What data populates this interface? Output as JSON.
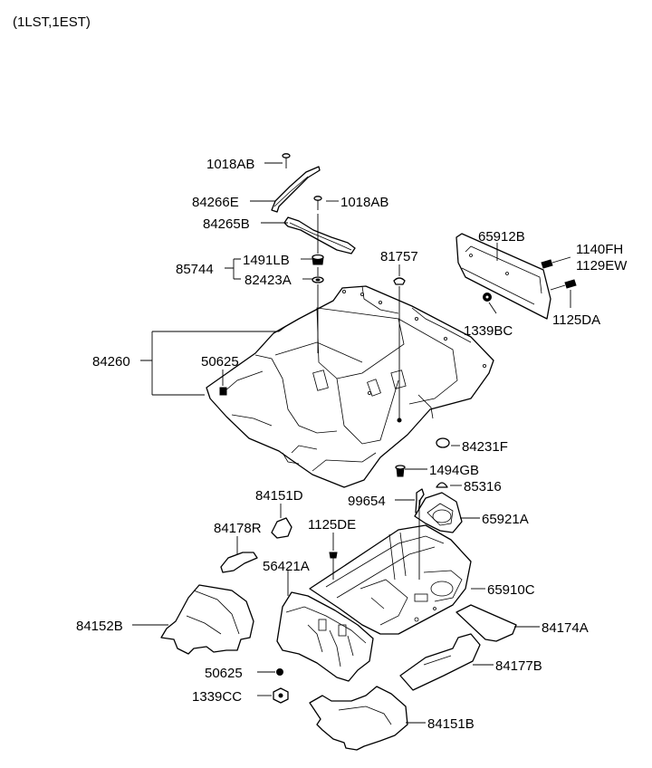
{
  "header": {
    "model_codes": "(1LST,1EST)"
  },
  "labels": {
    "p1018AB_a": "1018AB",
    "p84266E": "84266E",
    "p1018AB_b": "1018AB",
    "p84265B": "84265B",
    "p85744": "85744",
    "p1491LB": "1491LB",
    "p82423A": "82423A",
    "p81757": "81757",
    "p65912B": "65912B",
    "p1140FH": "1140FH",
    "p1129EW": "1129EW",
    "p1339BC": "1339BC",
    "p1125DA": "1125DA",
    "p84260": "84260",
    "p50625_a": "50625",
    "p84231F": "84231F",
    "p1494GB": "1494GB",
    "p85316": "85316",
    "p99654": "99654",
    "p84151D": "84151D",
    "p65921A": "65921A",
    "p84178R": "84178R",
    "p1125DE": "1125DE",
    "p56421A": "56421A",
    "p65910C": "65910C",
    "p84152B": "84152B",
    "p84174A": "84174A",
    "p84177B": "84177B",
    "p50625_b": "50625",
    "p1339CC": "1339CC",
    "p84151B": "84151B"
  }
}
